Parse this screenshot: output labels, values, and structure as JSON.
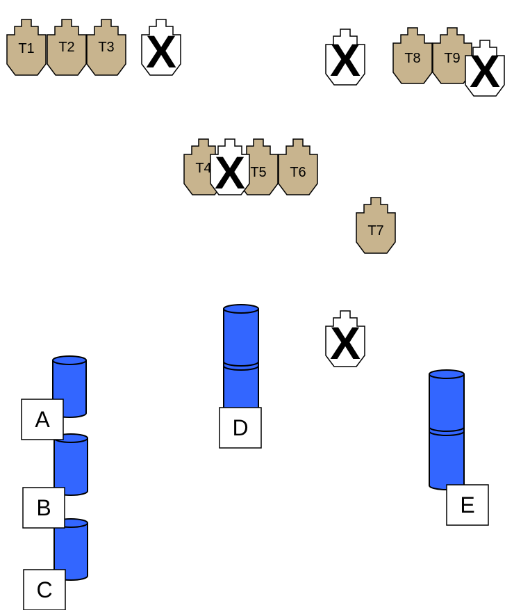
{
  "colors": {
    "shoot_target": "#c8b48e",
    "no_shoot_target": "#ffffff",
    "outline": "#000000",
    "barrel": "#3366ff"
  },
  "shoot_targets": [
    {
      "label": "T1"
    },
    {
      "label": "T2"
    },
    {
      "label": "T3"
    },
    {
      "label": "T4"
    },
    {
      "label": "T5"
    },
    {
      "label": "T6"
    },
    {
      "label": "T7"
    },
    {
      "label": "T8"
    },
    {
      "label": "T9"
    }
  ],
  "no_shoot_marker": "X",
  "positions": [
    {
      "label": "A"
    },
    {
      "label": "B"
    },
    {
      "label": "C"
    },
    {
      "label": "D"
    },
    {
      "label": "E"
    }
  ]
}
